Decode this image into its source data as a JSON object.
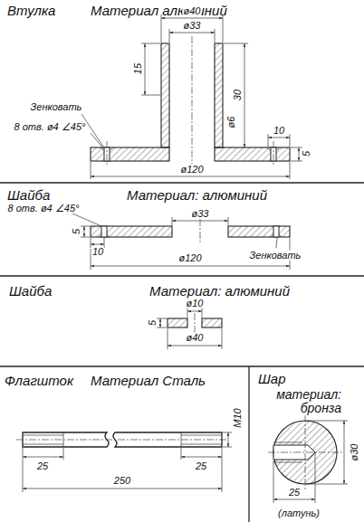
{
  "diagram": {
    "nodes": [
      {
        "text": [
          "Втулка",
          "Материал алюминий"
        ]
      },
      {
        "text": [
          "Шайба",
          "Материал: алюминий"
        ]
      },
      {
        "text": [
          "Шайба",
          "Материал: алюминий"
        ]
      },
      {
        "text": [
          "Флагшток",
          "Материал Сталь"
        ]
      },
      {
        "text": [
          "Шар",
          "материал: бронза"
        ]
      }
    ],
    "labels": [
      "ø40",
      "ø33",
      "15",
      "30",
      "Зенковать",
      "8 отв. ø4 ∠45°",
      "ø6",
      "10",
      "5",
      "ø120",
      "8 отв. ø4 ∠45°",
      "ø33",
      "5",
      "10",
      "Зенковать",
      "ø120",
      "ø10",
      "5",
      "ø40",
      "M10",
      "25",
      "25",
      "250",
      "ø30",
      "25",
      "(латунь)"
    ]
  }
}
